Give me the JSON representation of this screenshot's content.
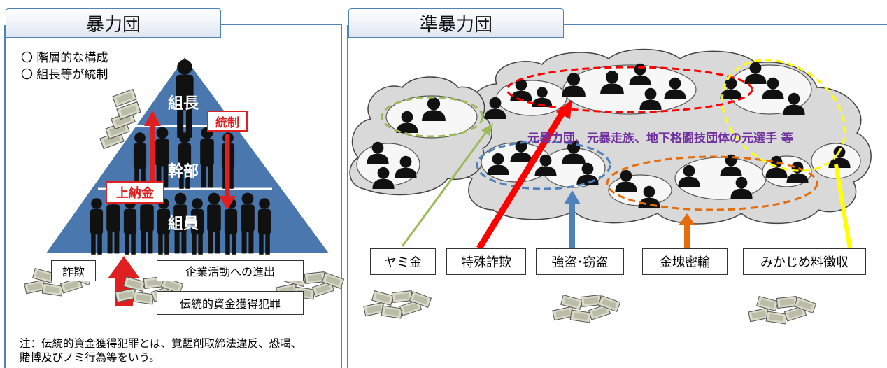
{
  "left_panel": {
    "title": "暴力団",
    "bullets": [
      "〇  階層的な構成",
      "〇  組長等が統制"
    ],
    "pyramid": {
      "top": "組長",
      "middle": "幹部",
      "bottom": "組員"
    },
    "control_label": "統制",
    "tribute_label": "上納金",
    "sources": [
      "詐欺",
      "企業活動への進出",
      "伝統的資金獲得犯罪"
    ],
    "footnote_line1": "注：伝統的資金獲得犯罪とは、覚醒剤取締法違反、恐喝、",
    "footnote_line2": "賭博及びノミ行為等をいう。"
  },
  "right_panel": {
    "title": "準暴力団",
    "caption": "元暴力団、元暴走族、地下格闘技団体の元選手  等",
    "activities": [
      {
        "label": "ヤミ金",
        "color": "#9bbb59"
      },
      {
        "label": "特殊詐欺",
        "color": "#ff0000"
      },
      {
        "label": "強盗･窃盗",
        "color": "#4f81bd"
      },
      {
        "label": "金塊密輸",
        "color": "#e46c0a"
      },
      {
        "label": "みかじめ料徴収",
        "color": "#ffff00"
      }
    ]
  },
  "colors": {
    "frame": "#4f81bd",
    "pyramid": "#4a77ad",
    "money": "#c7c9b4"
  }
}
